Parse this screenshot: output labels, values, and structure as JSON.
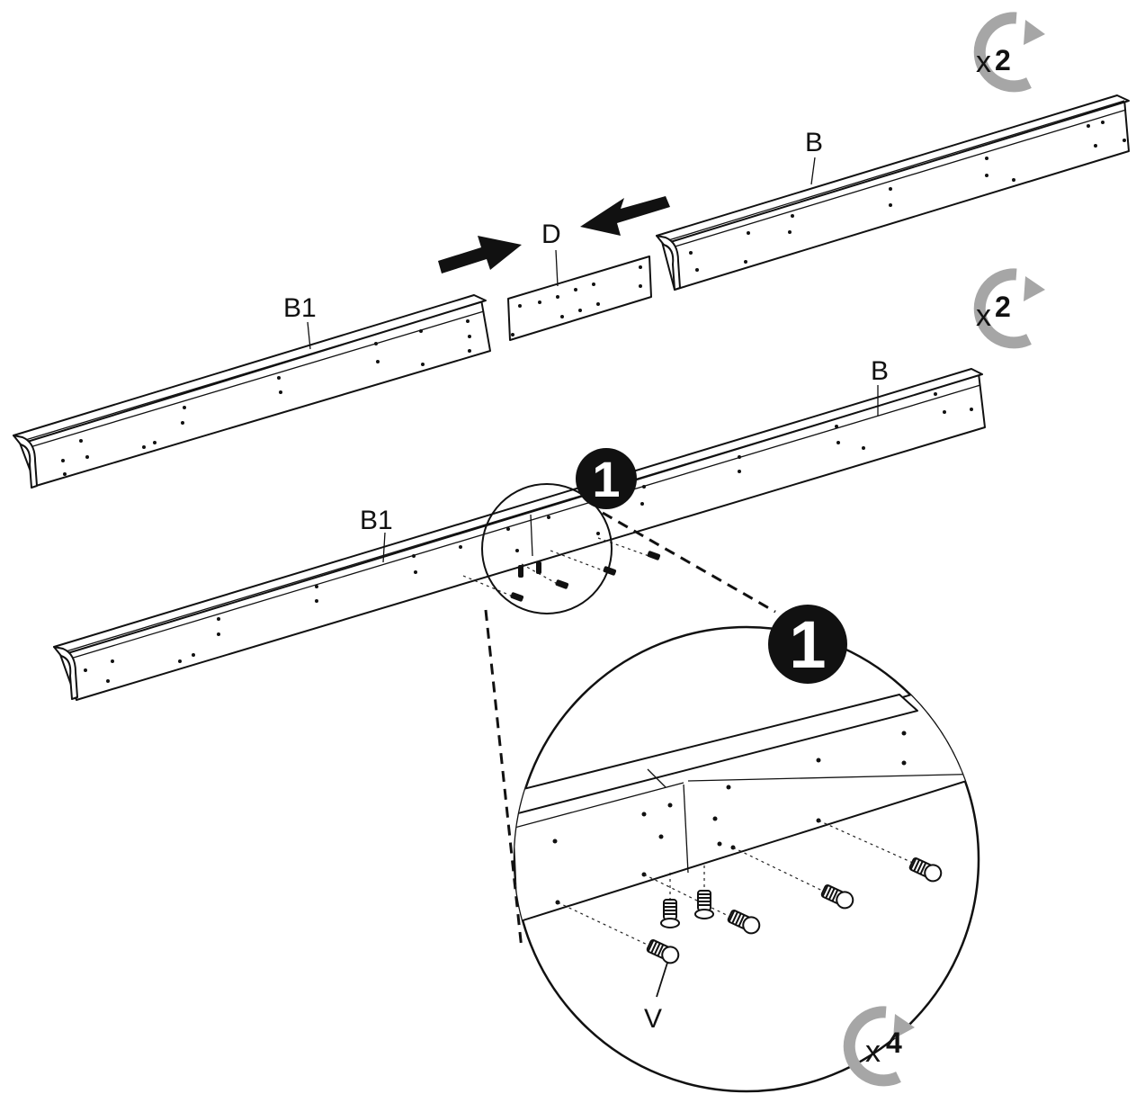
{
  "parts": {
    "b_top": "B",
    "b1_top": "B1",
    "d": "D",
    "b_bottom": "B",
    "b1_bottom": "B1",
    "v": "V"
  },
  "step": {
    "number": "1",
    "detail_number": "1"
  },
  "repeats": [
    {
      "x": "x",
      "count": "2"
    },
    {
      "x": "x",
      "count": "2"
    },
    {
      "x": "x",
      "count": "4"
    }
  ],
  "colors": {
    "line": "#111111",
    "repeat_arrow": "#a6a6a6",
    "badge": "#111111"
  }
}
